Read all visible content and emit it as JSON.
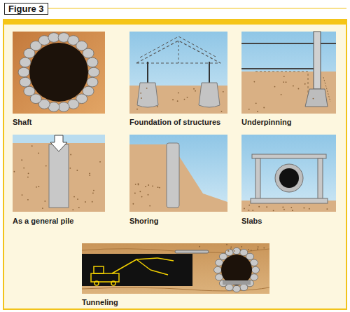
{
  "diagram": {
    "title": "Figure 3",
    "labels": [
      "Shaft",
      "Foundation of structures",
      "Underpinning",
      "As a general pile",
      "Shoring",
      "Slabs",
      "Tunneling"
    ]
  }
}
